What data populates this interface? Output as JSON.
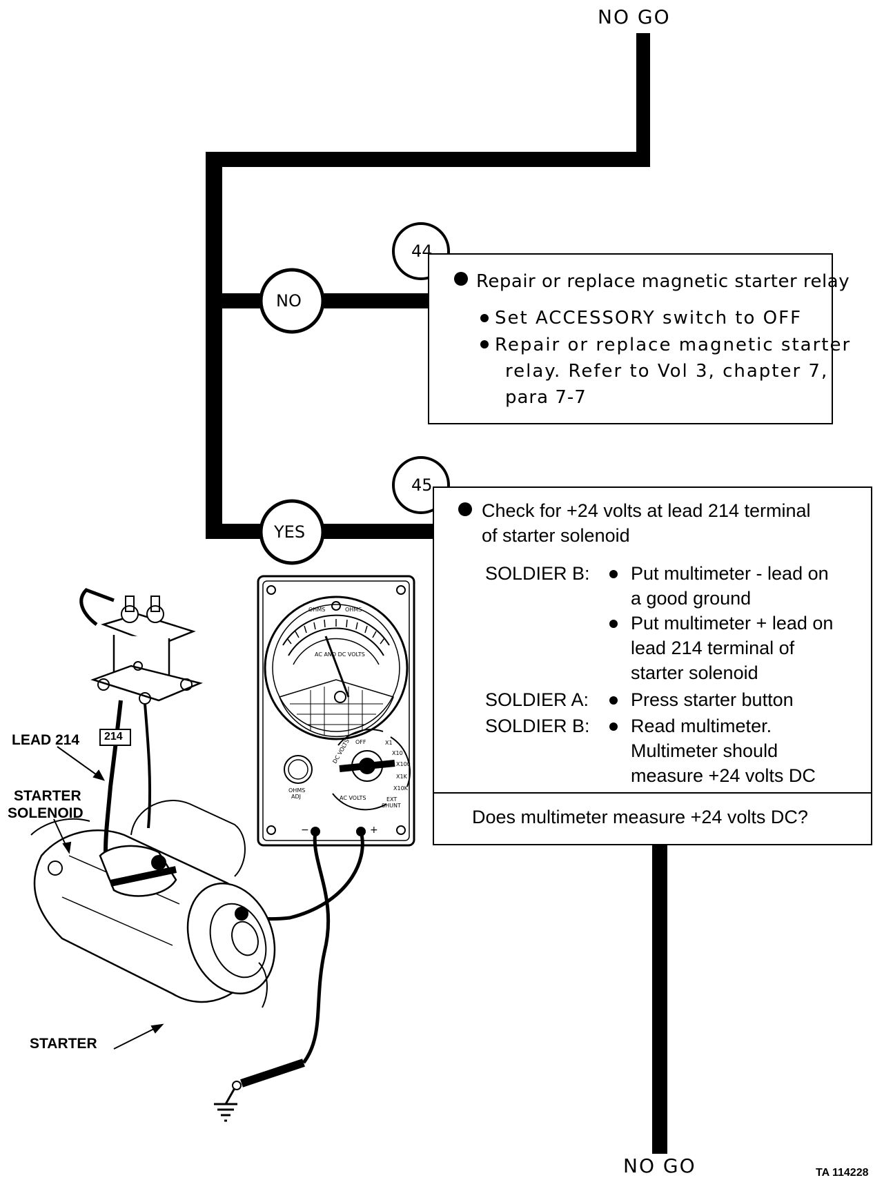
{
  "flow": {
    "top_label": "NO GO",
    "bottom_label": "NO GO"
  },
  "step44": {
    "number": "44",
    "branch": "NO",
    "title": "Repair or replace magnetic starter relay",
    "bullets": [
      "Set ACCESSORY switch to OFF",
      "Repair or replace magnetic starter",
      "relay. Refer to Vol 3, chapter 7,",
      "para 7-7"
    ]
  },
  "step45": {
    "number": "45",
    "branch": "YES",
    "title_line1": "Check for +24 volts at lead 214 terminal",
    "title_line2": "of starter solenoid",
    "soldier_b_1": "SOLDIER B:",
    "b1_line1": "Put multimeter - lead on",
    "b1_line2": "a good ground",
    "b2_line1": "Put multimeter + lead on",
    "b2_line2": "lead 214 terminal of",
    "b2_line3": "starter solenoid",
    "soldier_a": "SOLDIER A:",
    "a1_line1": "Press starter button",
    "soldier_b_2": "SOLDIER B:",
    "b3_line1": "Read multimeter.",
    "b3_line2": "Multimeter should",
    "b3_line3": "measure +24 volts DC",
    "question": "Does multimeter measure +24 volts DC?"
  },
  "illustration": {
    "lead_214": "LEAD 214",
    "tag_214": "214",
    "starter_solenoid_1": "STARTER",
    "starter_solenoid_2": "SOLENOID",
    "starter": "STARTER",
    "meter_ohms_left": "OHMS",
    "meter_ohms_right": "OHMS",
    "meter_scale": "AC AND DC VOLTS",
    "meter_off": "OFF",
    "meter_dc_volts": "DC VOLTS",
    "meter_ac_volts": "AC VOLTS",
    "meter_ohms_adj_1": "OHMS",
    "meter_ohms_adj_2": "ADJ",
    "meter_ext_1": "EXT",
    "meter_ext_2": "SHUNT",
    "meter_x1": "X1",
    "meter_x10": "X10",
    "meter_x100": "X100",
    "meter_x1k": "X1K",
    "meter_x10k": "X10K",
    "meter_minus": "−",
    "meter_plus": "+"
  },
  "figure_id": "TA 114228"
}
